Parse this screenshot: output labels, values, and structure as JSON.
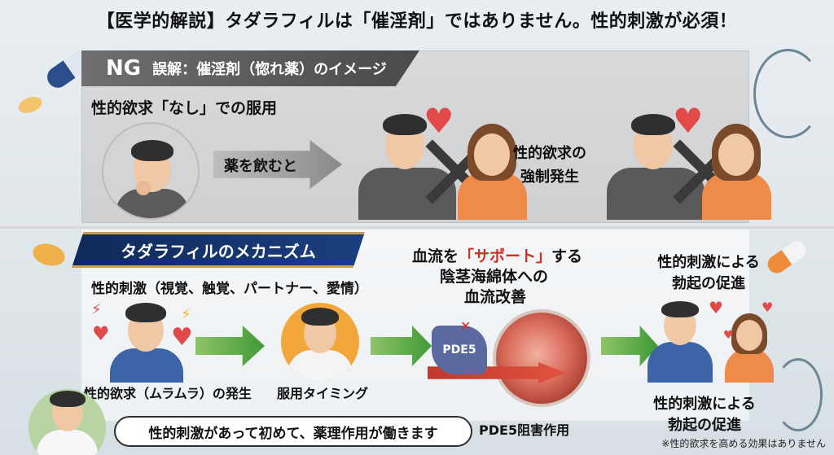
{
  "title": "【医学的解説】タダラフィルは「催淫剤」ではありません。性的刺激が必須！",
  "ng_section": {
    "badge": "NG",
    "heading": "誤解：催淫剤（惚れ薬）のイメージ",
    "subheading": "性的欲求「なし」での服用",
    "arrow_label": "薬を飲むと",
    "result_label_line1": "性的欲求の",
    "result_label_line2": "強制発生"
  },
  "mechanism": {
    "heading": "タダラフィルのメカニズム",
    "stimulus_label": "性的刺激（視覚、触覚、パートナー、愛情）",
    "step1_label": "性的欲求（ムラムラ）の発生",
    "step2_label": "服用タイミング",
    "blood_prefix": "血流を",
    "blood_highlight": "「サポート」",
    "blood_suffix": "する",
    "blood_line2": "陰茎海綿体への",
    "blood_line3": "血流改善",
    "pde5_badge": "PDE5",
    "pde5_caption": "PDE5阻害作用",
    "result_top_line1": "性的刺激による",
    "result_top_line2": "勃起の促進",
    "result_bottom_line1": "性的刺激による",
    "result_bottom_line2": "勃起の促進"
  },
  "speech_bubble": "性的刺激があって初めて、薬理作用が働きます",
  "footnote": "※性的欲求を高める効果はありません",
  "colors": {
    "ng_banner": "#555555",
    "mech_banner": "#1b3f7e",
    "highlight_red": "#d62d20",
    "green_arrow": "#3f9a36"
  }
}
